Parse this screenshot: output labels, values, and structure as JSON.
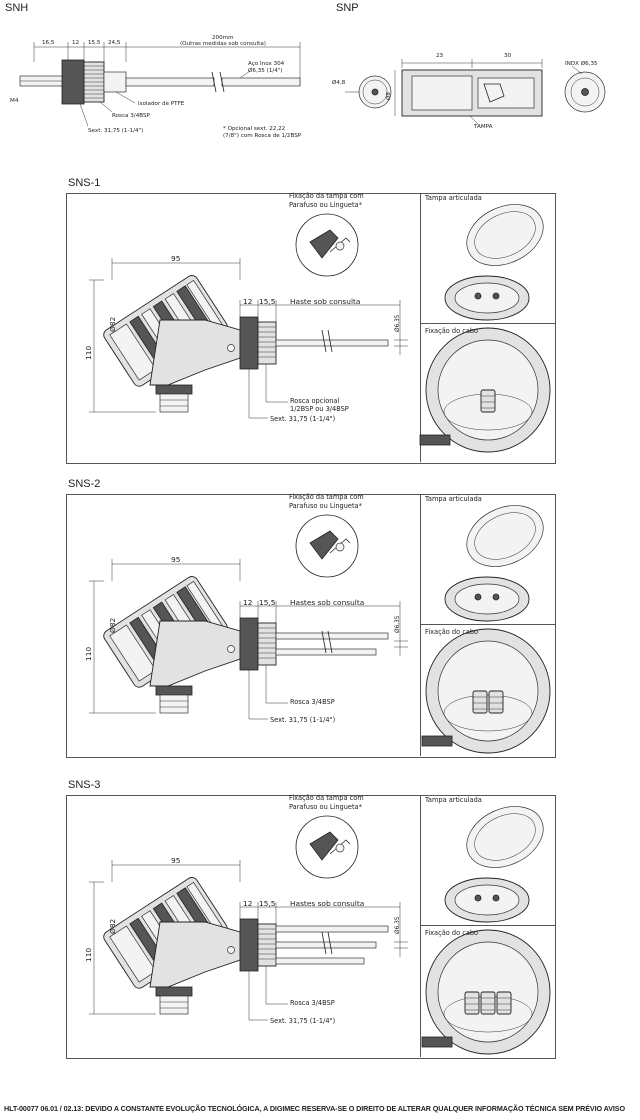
{
  "snh": {
    "title": "SNH",
    "dims": [
      "16,5",
      "12",
      "15,5",
      "24,5",
      "200mm"
    ],
    "dims_note": "(Outras medidas sob consulta)",
    "pipe_material": "Aço Inox 304",
    "pipe_diameter": "Ø6,35 (1/4\")",
    "thread_label": "M4",
    "isolator": "Isolador de PTFE",
    "thread": "Rosca 3/4BSP",
    "hex": "Sext. 31,75 (1-1/4\")",
    "optional": "* Opcional sext. 22,22",
    "optional2": "(7/8\") com Rosca de 1/2BSP"
  },
  "snp": {
    "title": "SNP",
    "d_left": "Ø4,8",
    "d_height": "Ø8",
    "dim_23": "23",
    "dim_30": "30",
    "cap": "TAMPA",
    "indx": "INDX Ø6,35"
  },
  "sns": [
    {
      "title": "SNS-1",
      "cap_fix": "Fixação da tampa com",
      "cap_fix2": "Parafuso ou Lingueta*",
      "dim_95": "95",
      "dim_82": "Ø82",
      "dim_110": "110",
      "dim_12": "12",
      "dim_155": "15,5",
      "stem": "Haste sob consulta",
      "stem_d": "Ø6,35",
      "thread": "Rosca opcional",
      "thread2": "1/2BSP ou 3/4BSP",
      "hex": "Sext. 31,75 (1-1/4\")",
      "hinged": "Tampa articulada",
      "cable": "Fixação do cabo"
    },
    {
      "title": "SNS-2",
      "cap_fix": "Fixação da tampa com",
      "cap_fix2": "Parafuso ou Lingueta*",
      "dim_95": "95",
      "dim_82": "Ø82",
      "dim_110": "110",
      "dim_12": "12",
      "dim_155": "15,5",
      "stem": "Hastes sob consulta",
      "stem_d": "Ø6,35",
      "thread": "Rosca 3/4BSP",
      "thread2": "",
      "hex": "Sext. 31,75 (1-1/4\")",
      "hinged": "Tampa articulada",
      "cable": "Fixação do cabo"
    },
    {
      "title": "SNS-3",
      "cap_fix": "Fixação da tampa com",
      "cap_fix2": "Parafuso ou Lingueta*",
      "dim_95": "95",
      "dim_82": "Ø82",
      "dim_110": "110",
      "dim_12": "12",
      "dim_155": "15,5",
      "stem": "Hastes sob consulta",
      "stem_d": "Ø6,35",
      "thread": "Rosca 3/4BSP",
      "thread2": "",
      "hex": "Sext. 31,75 (1-1/4\")",
      "hinged": "Tampa articulada",
      "cable": "Fixação do cabo"
    }
  ],
  "footer": "HLT-00077  06.01 /  02.13: DEVIDO A CONSTANTE EVOLUÇÃO TECNOLÓGICA, A DIGIMEC RESERVA-SE O DIREITO DE ALTERAR QUALQUER  INFORMAÇÃO TÉCNICA SEM PRÉVIO AVISO"
}
